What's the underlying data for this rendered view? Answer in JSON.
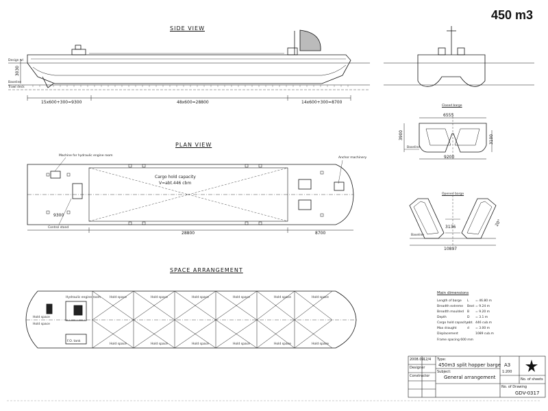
{
  "header": {
    "tag": "450 m3"
  },
  "views": {
    "side": "SIDE VIEW",
    "plan": "PLAN VIEW",
    "space": "SPACE ARRANGEMENT",
    "closed": "Closed barge",
    "opened": "Opened barge"
  },
  "side_view": {
    "dims": [
      "15x600+300=9300",
      "48x600=28800",
      "14x600+300=8700"
    ],
    "height": "3030",
    "labels": [
      "Baseline",
      "Trawl deck",
      "Design wl"
    ]
  },
  "plan_view": {
    "hold_label_1": "Cargo hold capacity",
    "hold_label_2": "V=abt.446 cbm",
    "dims": [
      "9300",
      "28800",
      "8700"
    ],
    "callouts": [
      "Machine for hydraulic engine room",
      "Anchor machinery",
      "Control stand"
    ]
  },
  "section_closed": {
    "top": "6555",
    "height": "3900",
    "inner": "3100",
    "width": "9200",
    "base": "Baseline"
  },
  "section_opened": {
    "h": "3136",
    "angle": "20°",
    "width": "10897",
    "base": "Baseline"
  },
  "space_arrangement": {
    "hold": "Hold space",
    "engine": "Hydraulic engine room",
    "fuel": "F.O. tank"
  },
  "main_dimensions": {
    "title": "Main dimensions",
    "rows": [
      {
        "k": "Length of barge",
        "s": "L",
        "v": "= 46.80 m"
      },
      {
        "k": "Breadth extreme",
        "s": "Bext",
        "v": "= 9.24 m"
      },
      {
        "k": "Breadth moulded",
        "s": "B",
        "v": "= 9.20 m"
      },
      {
        "k": "Depth",
        "s": "D",
        "v": "= 3.1 m"
      },
      {
        "k": "Cargo hold capacity",
        "s": "abt.",
        "v": "446 cub.m"
      },
      {
        "k": "Max draught",
        "s": "d",
        "v": "= 3.00 m"
      },
      {
        "k": "Displacement",
        "s": "",
        "v": "1089 cub.m"
      }
    ],
    "spacing": "Frame spacing 600 mm"
  },
  "title_block": {
    "type_label": "Type:",
    "type_value": "450m3 split hopper barge",
    "subject_label": "Subject:",
    "subject_value": "General arrangement",
    "format": "A3",
    "scale": "1:200",
    "drawing_label": "No. of Drawing",
    "drawing_no": "GDV-0317",
    "left_rows": [
      "Designer",
      "Constructor"
    ],
    "date": "2008.09",
    "rev": "12/4",
    "sheets_label": "No. of sheets"
  }
}
